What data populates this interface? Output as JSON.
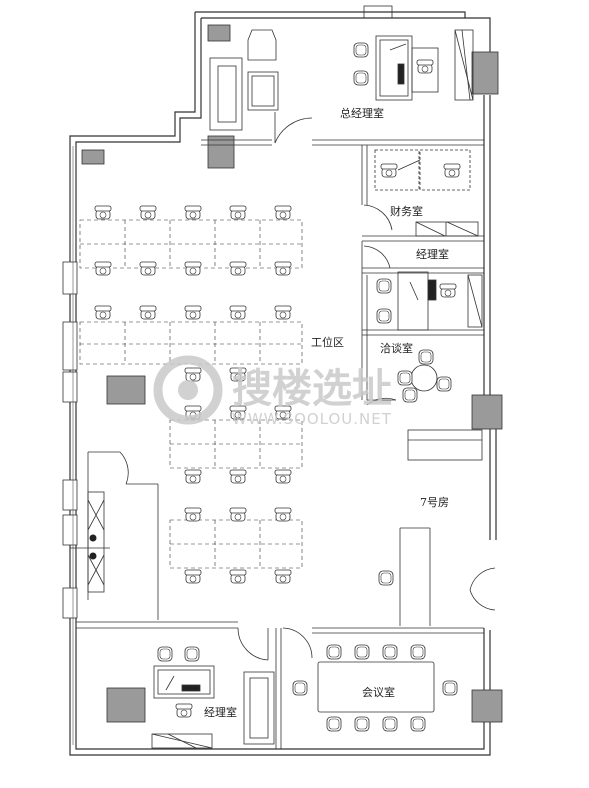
{
  "rooms": {
    "general_manager": "总经理室",
    "finance": "财务室",
    "manager_top": "经理室",
    "workstations": "工位区",
    "negotiation": "洽谈室",
    "room7": "7号房",
    "conference": "会议室",
    "manager_bottom": "经理室"
  },
  "watermark": {
    "text": "搜楼选址",
    "url": "WWW.SOOLOU.NET"
  },
  "colors": {
    "wall": "#333333",
    "column": "#9a9a9a",
    "line": "#444444",
    "watermark": "#c9c9c9"
  }
}
